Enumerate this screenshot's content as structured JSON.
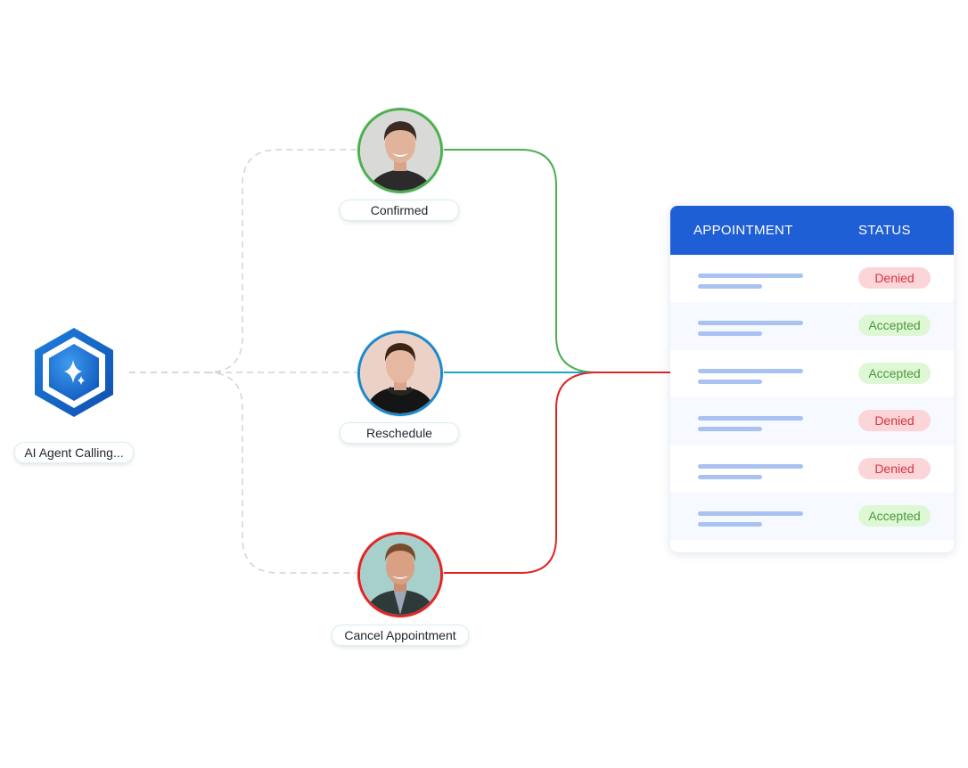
{
  "agent": {
    "label": "AI Agent Calling...",
    "icon": "sparkle-hexagon-icon"
  },
  "people": [
    {
      "status_label": "Confirmed",
      "ring_color": "#4caf50"
    },
    {
      "status_label": "Reschedule",
      "ring_color": "#1e88c9"
    },
    {
      "status_label": "Cancel Appointment",
      "ring_color": "#e02424"
    }
  ],
  "table": {
    "header_color": "#1f5fd6",
    "columns": [
      "APPOINTMENT",
      "STATUS"
    ],
    "rows": [
      {
        "status": "Denied"
      },
      {
        "status": "Accepted"
      },
      {
        "status": "Accepted"
      },
      {
        "status": "Denied"
      },
      {
        "status": "Denied"
      },
      {
        "status": "Accepted"
      }
    ]
  }
}
